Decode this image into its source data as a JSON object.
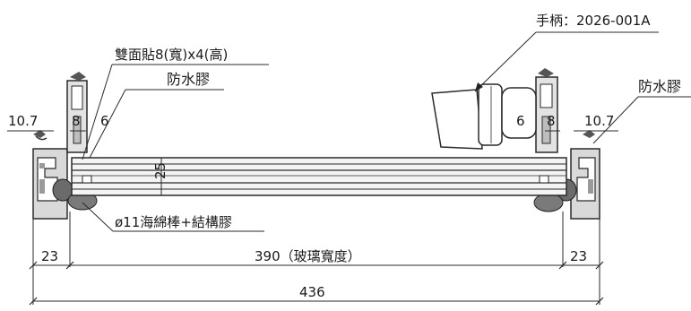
{
  "annotations": {
    "handle": "手柄：2026-001A",
    "double_tape": "雙面貼8(寬)x4(高)",
    "waterproof_left": "防水膠",
    "waterproof_right": "防水膠",
    "backer_rod": "ø11海綿棒+結構膠"
  },
  "dimensions": {
    "left_offset": "10.7",
    "right_offset": "10.7",
    "left_8": "8",
    "left_6": "6",
    "right_6": "6",
    "right_8": "8",
    "glass_thickness": "25",
    "left_frame": "23",
    "glass_width": "390（玻璃寬度）",
    "right_frame": "23",
    "total_width": "436"
  }
}
